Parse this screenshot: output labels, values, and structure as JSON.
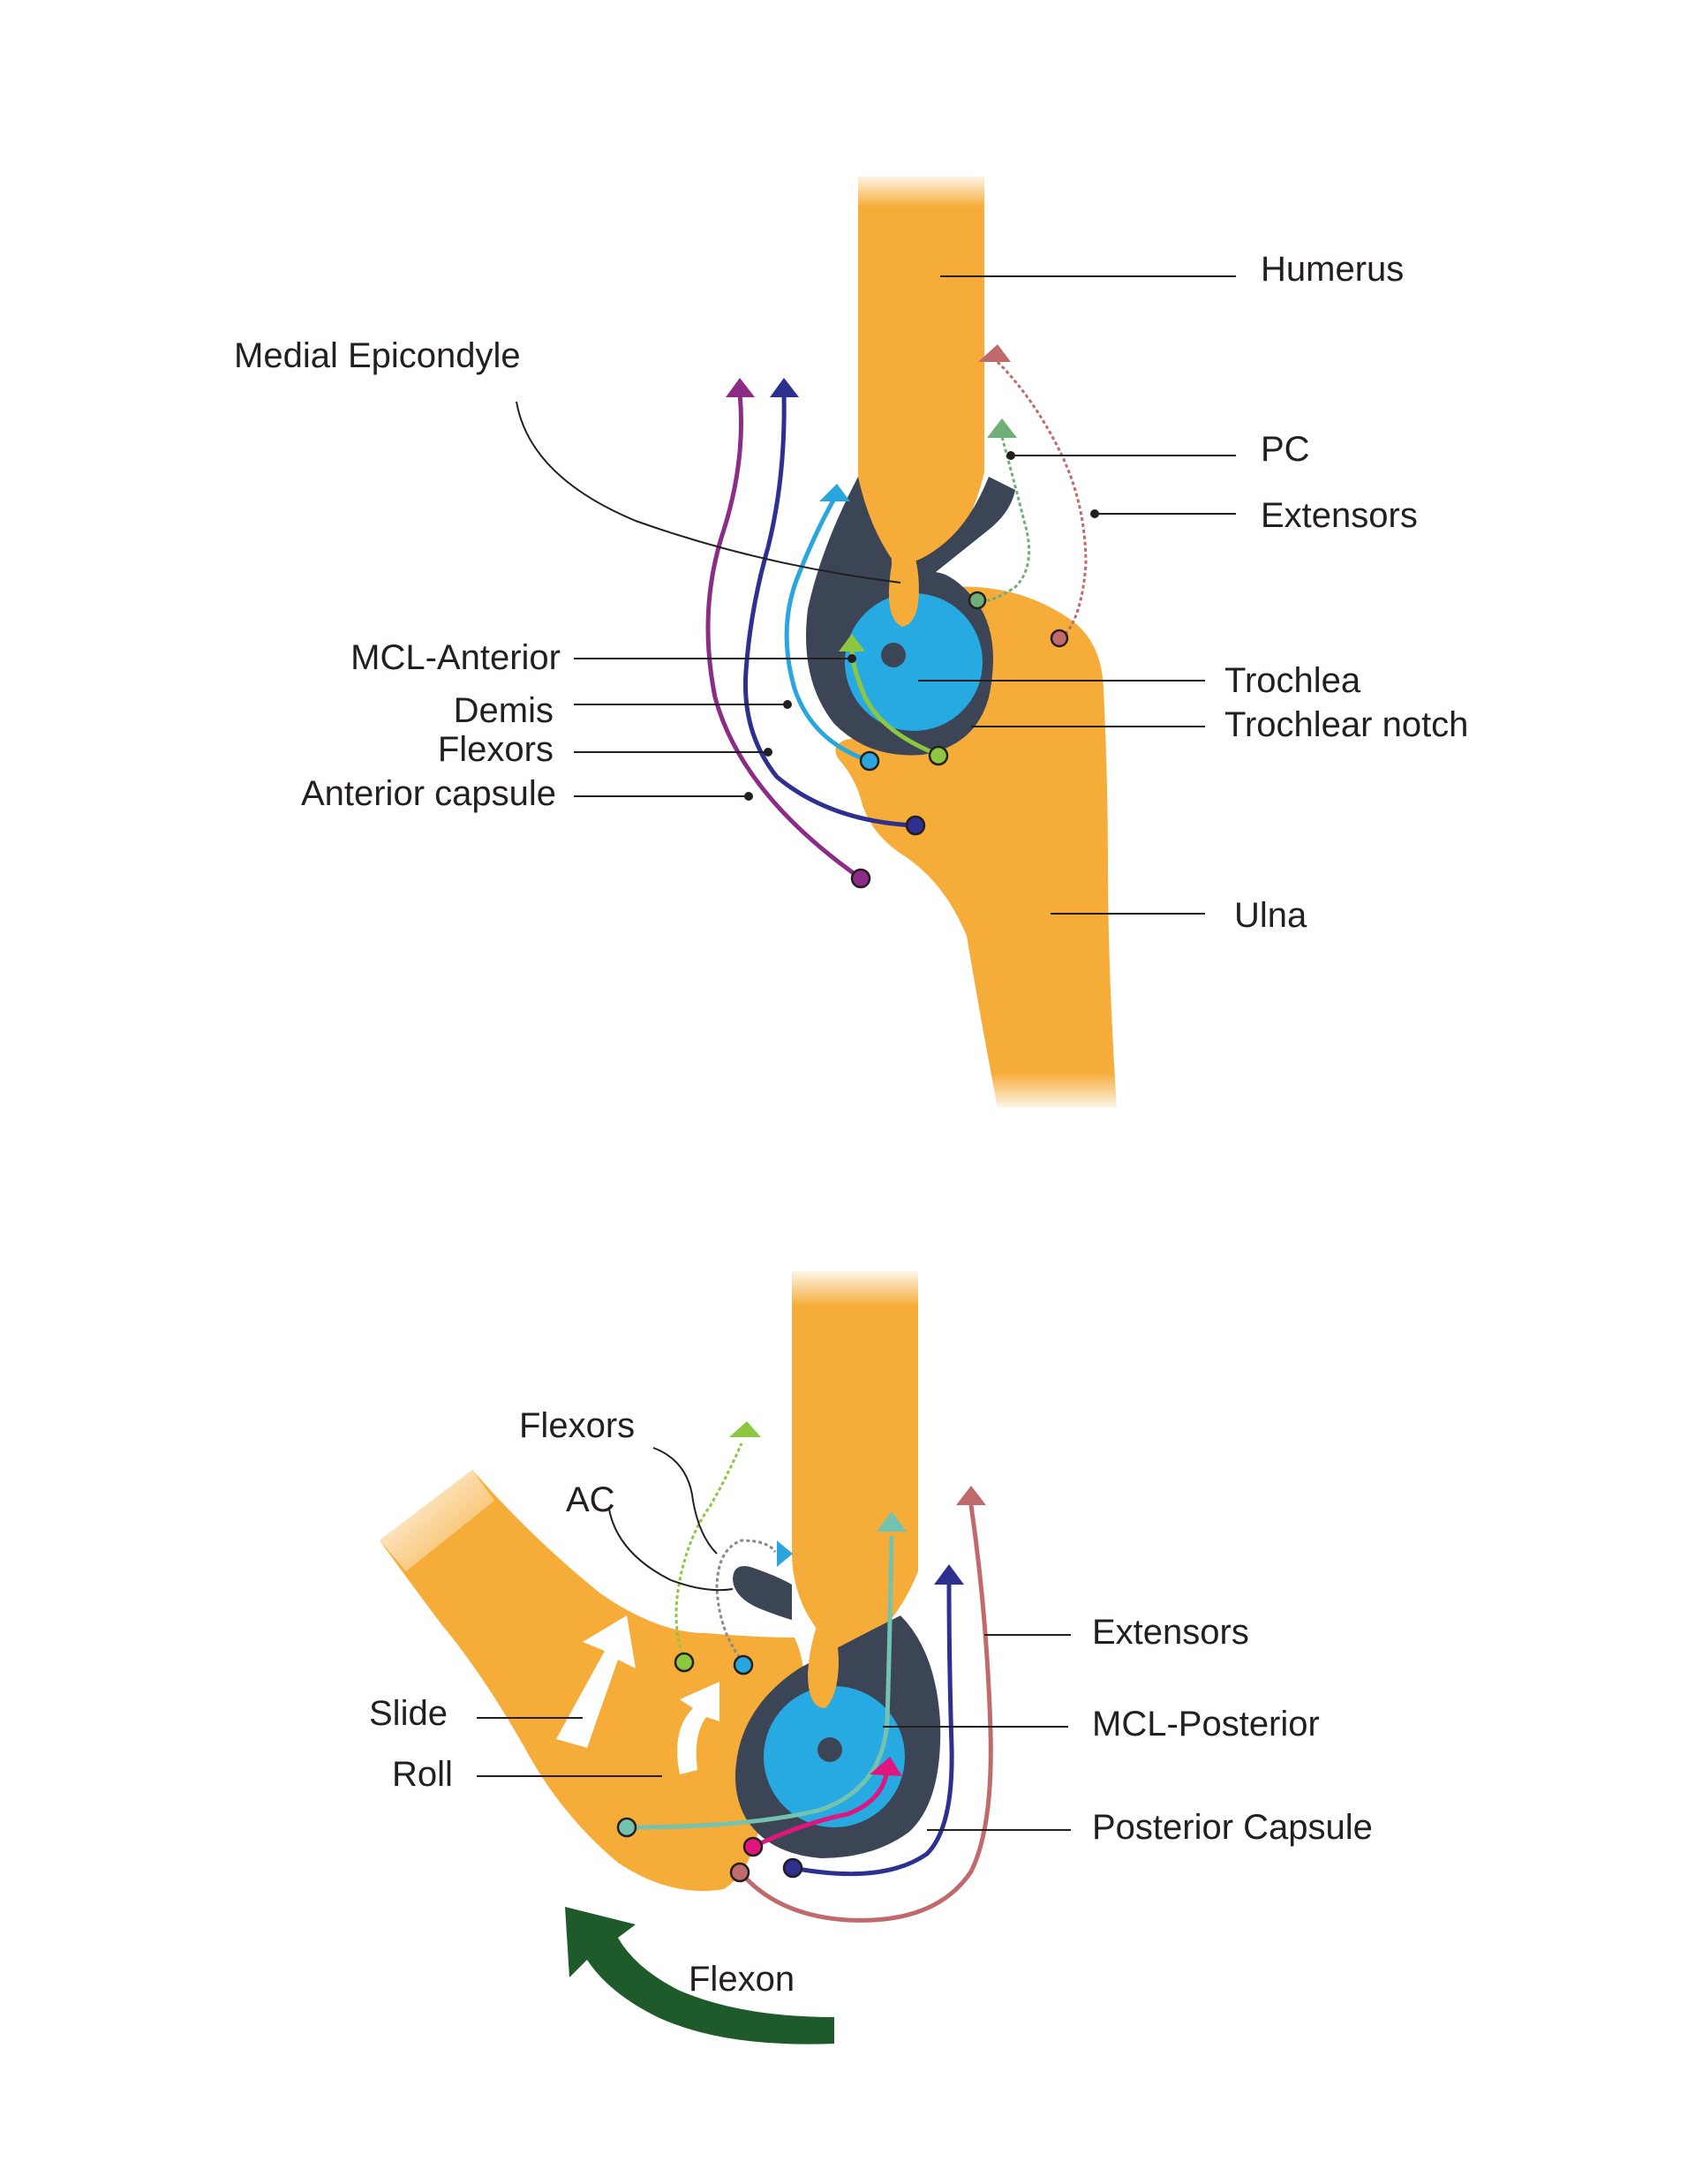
{
  "colors": {
    "bone": "#f6ac38",
    "cartilage": "#3b4556",
    "trochlea": "#27a9e1",
    "text": "#231f20",
    "flexion_arrow": "#1f5a2b",
    "pc_spring": "#6fae78",
    "extensors_spring": "#c06a6c",
    "anterior_capsule": "#8b2d86",
    "flexors": "#2e3090",
    "demis": "#29a6de",
    "mcl": "#8dc63f",
    "mcl_posterior": "#e0157e",
    "extension_teal": "#74c2b0"
  },
  "top_diagram": {
    "labels": {
      "humerus": "Humerus",
      "medial_epicondyle": "Medial Epicondyle",
      "pc": "PC",
      "extensors": "Extensors",
      "mcl_anterior": "MCL-Anterior",
      "demis": "Demis",
      "flexors": "Flexors",
      "anterior_capsule": "Anterior capsule",
      "trochlea": "Trochlea",
      "trochlear_notch": "Trochlear notch",
      "ulna": "Ulna"
    }
  },
  "bottom_diagram": {
    "labels": {
      "flexors": "Flexors",
      "ac": "AC",
      "extensors": "Extensors",
      "mcl_posterior": "MCL-Posterior",
      "slide": "Slide",
      "roll": "Roll",
      "posterior_capsule": "Posterior Capsule",
      "flexion": "Flexon"
    }
  }
}
